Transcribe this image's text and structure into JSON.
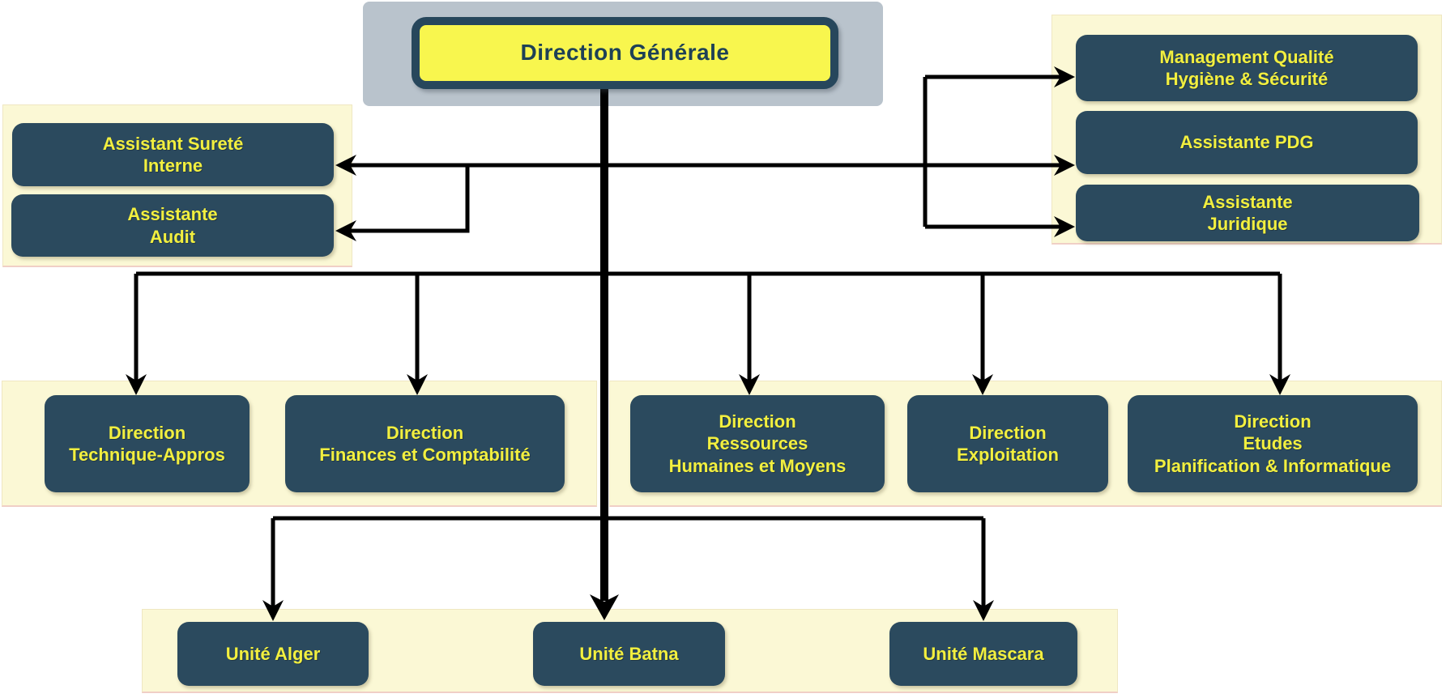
{
  "diagram": {
    "root": {
      "label": "Direction Générale"
    },
    "left_panel": {
      "items": [
        {
          "label": "Assistant Sureté\nInterne"
        },
        {
          "label": "Assistante\nAudit"
        }
      ]
    },
    "right_panel": {
      "items": [
        {
          "label": "Management Qualité\nHygiène & Sécurité"
        },
        {
          "label": "Assistante PDG"
        },
        {
          "label": "Assistante\nJuridique"
        }
      ]
    },
    "directions": [
      {
        "label": "Direction\nTechnique-Appros"
      },
      {
        "label": "Direction\nFinances et Comptabilité"
      },
      {
        "label": "Direction\nRessources\nHumaines et Moyens"
      },
      {
        "label": "Direction\nExploitation"
      },
      {
        "label": "Direction\nEtudes\nPlanification & Informatique"
      }
    ],
    "units": [
      {
        "label": "Unité Alger"
      },
      {
        "label": "Unité Batna"
      },
      {
        "label": "Unité Mascara"
      }
    ],
    "colors": {
      "node_fill": "#2b4a5e",
      "node_text": "#f2ef3f",
      "root_fill": "#f8f64e",
      "root_text": "#1e4156",
      "root_frame_bg": "#b9c3cc",
      "panel_fill": "#fbf8d5",
      "connector": "#000000"
    }
  }
}
